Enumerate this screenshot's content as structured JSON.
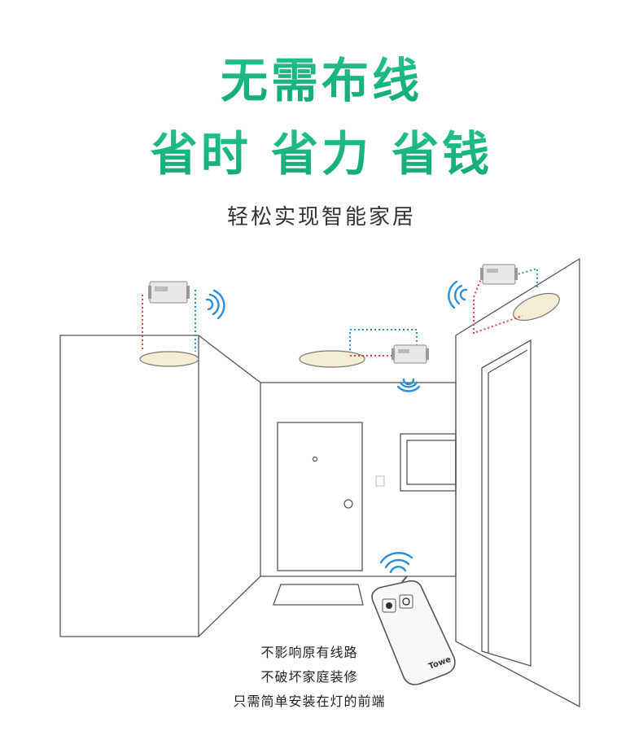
{
  "headline_line1": "无需布线",
  "headline_line2": "省时 省力 省钱",
  "subtitle": "轻松实现智能家居",
  "notes": [
    "不影响原有线路",
    "不破坏家庭装修",
    "只需简单安装在灯的前端"
  ],
  "remote_brand": "Towe",
  "colors": {
    "headline": "#1fb97a",
    "wire_red": "#e8423a",
    "wire_blue": "#2a8fd8",
    "signal": "#2a8fd8",
    "lamp": "#f4ecd4"
  }
}
